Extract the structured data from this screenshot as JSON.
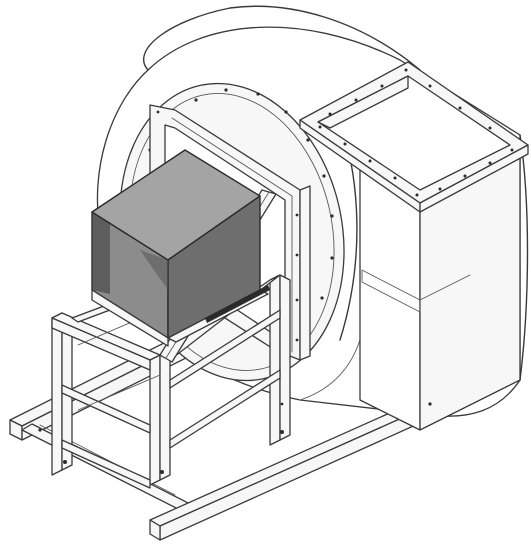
{
  "figure": {
    "kind": "isometric line drawing",
    "subject_parts": [
      "scroll-housing",
      "outlet-flange",
      "inlet-box",
      "support-frame",
      "base-skid"
    ]
  },
  "colors": {
    "line": "#3a3a3a",
    "plate": "#f7f7f7",
    "inlet_box_front": "#8c8c8c",
    "inlet_box_top": "#a4a4a4",
    "inlet_box_side": "#6e6e6e",
    "background": "#ffffff"
  }
}
